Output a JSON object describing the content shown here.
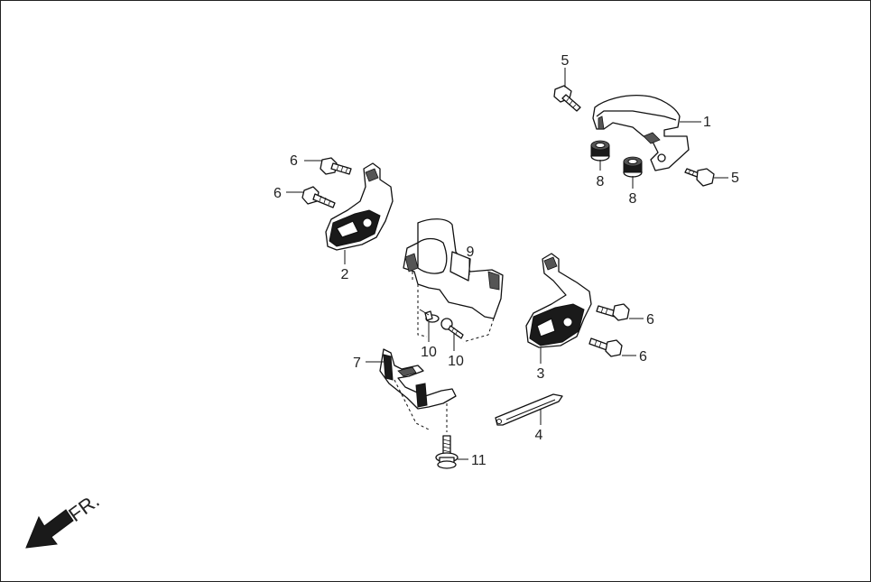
{
  "callouts": {
    "p1": "1",
    "p2": "2",
    "p3": "3",
    "p4": "4",
    "p5a": "5",
    "p5b": "5",
    "p6a": "6",
    "p6b": "6",
    "p6c": "6",
    "p6d": "6",
    "p7": "7",
    "p8a": "8",
    "p8b": "8",
    "p9": "9",
    "p10a": "10",
    "p10b": "10",
    "p11": "11"
  },
  "direction": {
    "label": "FR."
  }
}
